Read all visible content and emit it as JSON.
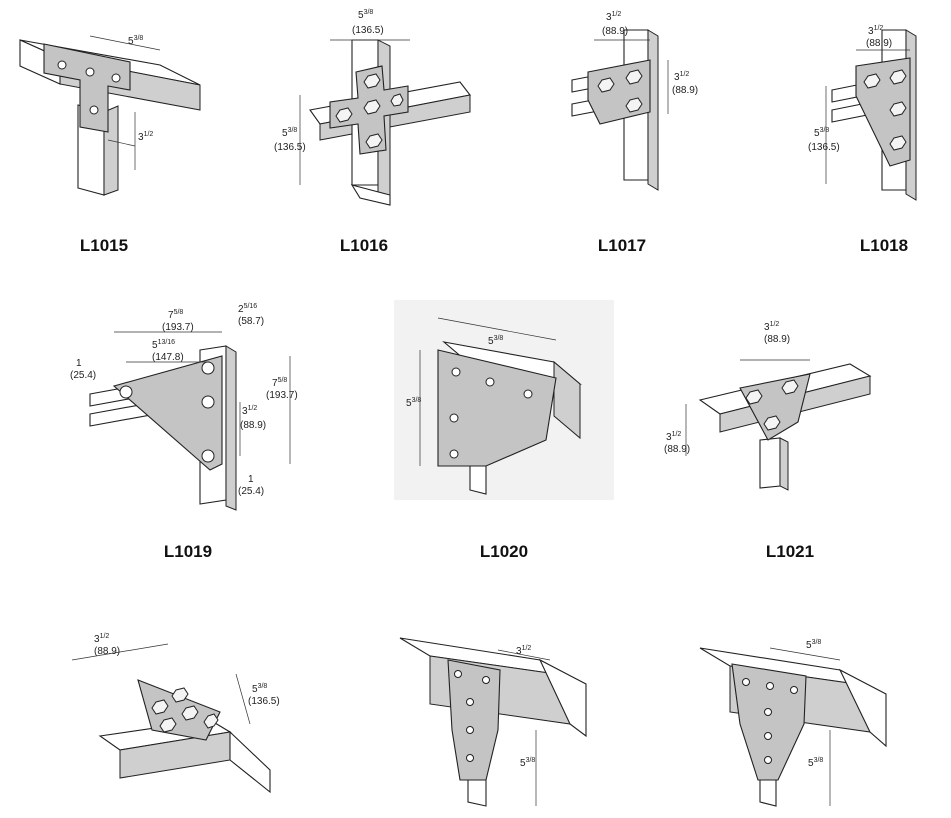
{
  "fittings": [
    {
      "id": "l1015",
      "label": "L1015",
      "dims": [
        {
          "whole": "5",
          "frac": "3/8",
          "mm": ""
        },
        {
          "whole": "3",
          "frac": "1/2",
          "mm": ""
        }
      ]
    },
    {
      "id": "l1016",
      "label": "L1016",
      "dims": [
        {
          "whole": "5",
          "frac": "3/8",
          "mm": "(136.5)"
        },
        {
          "whole": "5",
          "frac": "3/8",
          "mm": "(136.5)"
        }
      ]
    },
    {
      "id": "l1017",
      "label": "L1017",
      "dims": [
        {
          "whole": "3",
          "frac": "1/2",
          "mm": "(88.9)"
        },
        {
          "whole": "3",
          "frac": "1/2",
          "mm": "(88.9)"
        }
      ]
    },
    {
      "id": "l1018",
      "label": "L1018",
      "dims": [
        {
          "whole": "3",
          "frac": "1/2",
          "mm": "(88.9)"
        },
        {
          "whole": "5",
          "frac": "3/8",
          "mm": "(136.5)"
        }
      ]
    },
    {
      "id": "l1019",
      "label": "L1019",
      "dims": [
        {
          "whole": "7",
          "frac": "5/8",
          "mm": "(193.7)"
        },
        {
          "whole": "2",
          "frac": "5/16",
          "mm": "(58.7)"
        },
        {
          "whole": "5",
          "frac": "13/16",
          "mm": "(147.8)"
        },
        {
          "whole": "1",
          "frac": "",
          "mm": "(25.4)"
        },
        {
          "whole": "7",
          "frac": "5/8",
          "mm": "(193.7)"
        },
        {
          "whole": "3",
          "frac": "1/2",
          "mm": "(88.9)"
        },
        {
          "whole": "1",
          "frac": "",
          "mm": "(25.4)"
        }
      ]
    },
    {
      "id": "l1020",
      "label": "L1020",
      "dims": [
        {
          "whole": "5",
          "frac": "3/8",
          "mm": ""
        },
        {
          "whole": "5",
          "frac": "3/8",
          "mm": ""
        }
      ]
    },
    {
      "id": "l1021",
      "label": "L1021",
      "dims": [
        {
          "whole": "3",
          "frac": "1/2",
          "mm": "(88.9)"
        },
        {
          "whole": "3",
          "frac": "1/2",
          "mm": "(88.9)"
        }
      ]
    },
    {
      "id": "row3a",
      "label": "",
      "dims": [
        {
          "whole": "3",
          "frac": "1/2",
          "mm": "(88.9)"
        },
        {
          "whole": "5",
          "frac": "3/8",
          "mm": "(136.5)"
        }
      ]
    },
    {
      "id": "row3b",
      "label": "",
      "dims": [
        {
          "whole": "3",
          "frac": "1/2",
          "mm": ""
        },
        {
          "whole": "5",
          "frac": "3/8",
          "mm": ""
        }
      ]
    },
    {
      "id": "row3c",
      "label": "",
      "dims": [
        {
          "whole": "5",
          "frac": "3/8",
          "mm": ""
        },
        {
          "whole": "5",
          "frac": "3/8",
          "mm": ""
        }
      ]
    }
  ],
  "colors": {
    "plate": "#c4c4c4",
    "channel": "#ffffff",
    "line": "#222222",
    "label": "#111111"
  }
}
